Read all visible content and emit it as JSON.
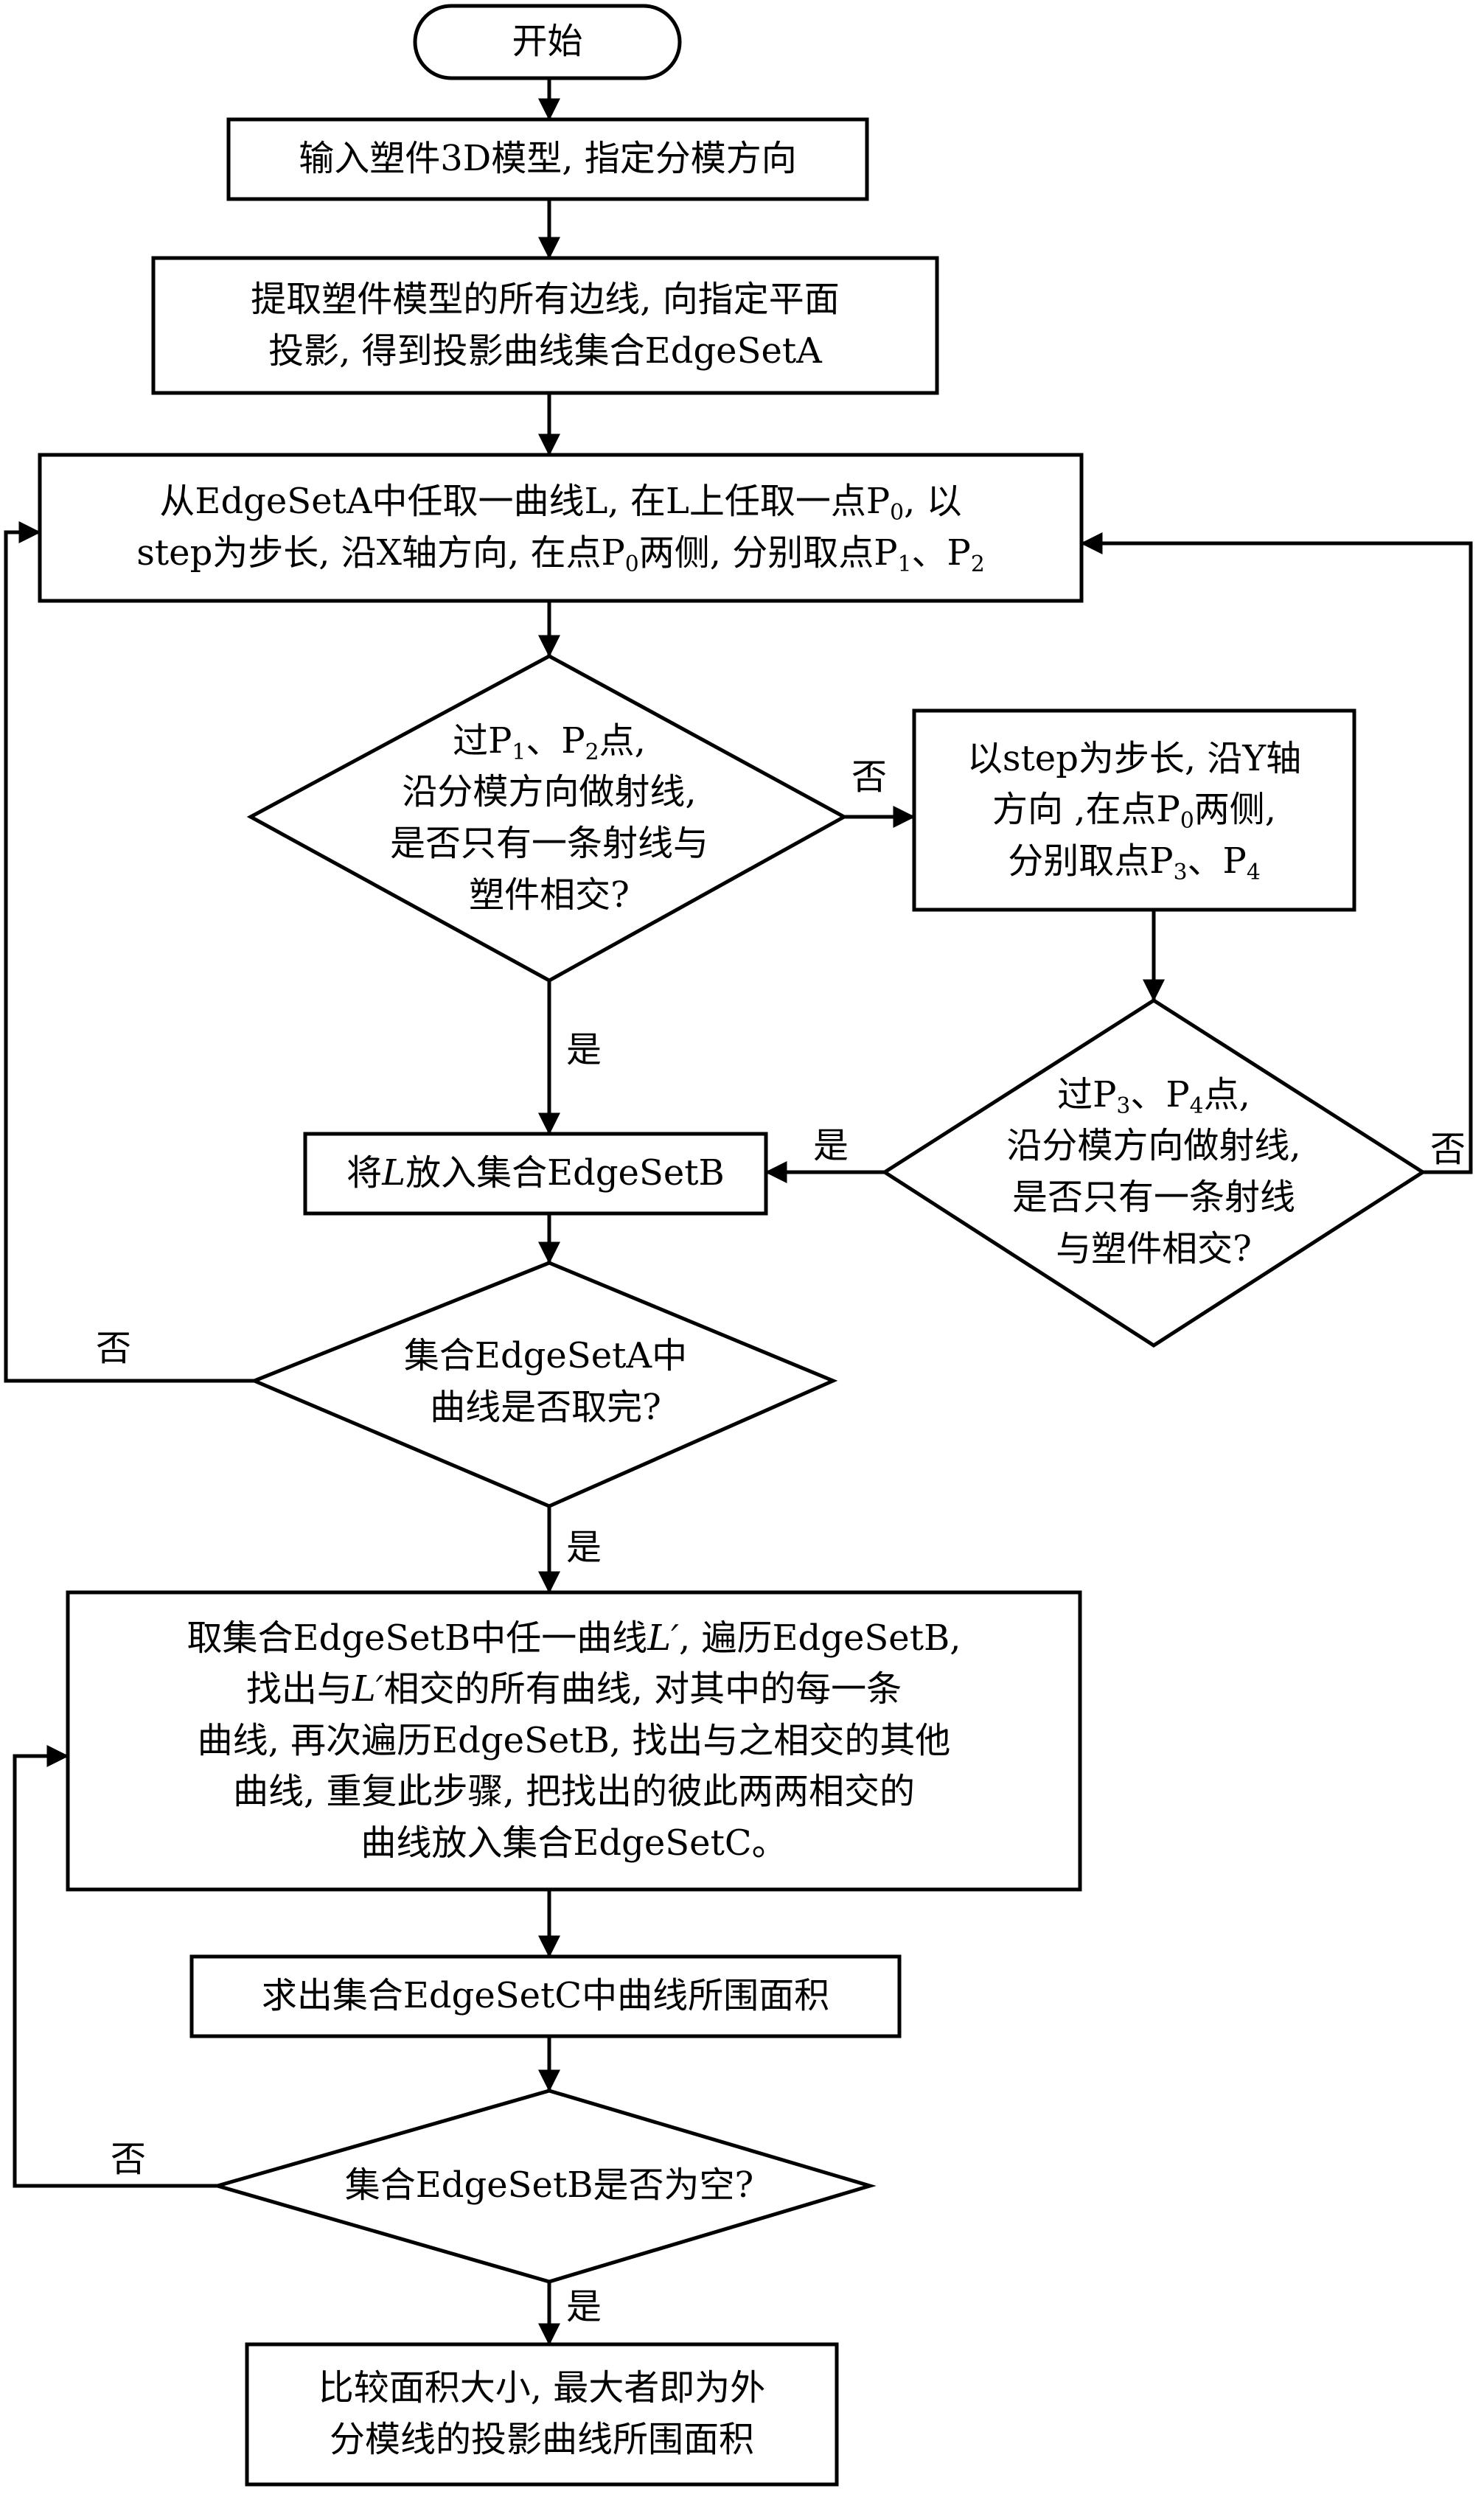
{
  "nodes": {
    "start": "开始",
    "input": "输入塑件3D模型, 指定分模方向",
    "extract": {
      "line1": "提取塑件模型的所有边线, 向指定平面",
      "line2": "投影, 得到投影曲线集合EdgeSetA"
    },
    "pickX": {
      "l1_a": "从EdgeSetA中任取一曲线L, 在L上任取一点P",
      "l1_sub": "0",
      "l1_b": ", 以",
      "l2_a": "step为步长, 沿X轴方向, 在点P",
      "l2_sub0": "0",
      "l2_b": "两侧, 分别取点P",
      "l2_sub1": "1",
      "l2_c": "、P",
      "l2_sub2": "2"
    },
    "decX": {
      "l1_a": "过P",
      "l1_sub1": "1",
      "l1_b": "、P",
      "l1_sub2": "2",
      "l1_c": "点,",
      "l2": "沿分模方向做射线,",
      "l3": "是否只有一条射线与",
      "l4": "塑件相交?"
    },
    "pickY": {
      "l1": "以step为步长, 沿Y轴",
      "l2_a": "方向 ,在点P",
      "l2_sub": "0",
      "l2_b": "两侧,",
      "l3_a": "分别取点P",
      "l3_sub3": "3",
      "l3_b": "、P",
      "l3_sub4": "4"
    },
    "decY": {
      "l1_a": "过P",
      "l1_sub3": "3",
      "l1_b": "、P",
      "l1_sub4": "4",
      "l1_c": "点,",
      "l2": "沿分模方向做射线,",
      "l3": "是否只有一条射线",
      "l4": "与塑件相交?"
    },
    "putB": {
      "a": "将",
      "L": "L",
      "b": "放入集合EdgeSetB"
    },
    "decDone": {
      "l1": "集合EdgeSetA中",
      "l2": "曲线是否取完?"
    },
    "traverse": {
      "l1_a": "取集合EdgeSetB中任一曲线",
      "l1_L": "L′",
      "l1_b": ", 遍历EdgeSetB,",
      "l2_a": "找出与",
      "l2_L": "L′",
      "l2_b": "相交的所有曲线, 对其中的每一条",
      "l3": "曲线, 再次遍历EdgeSetB, 找出与之相交的其他",
      "l4": "曲线, 重复此步骤, 把找出的彼此两两相交的",
      "l5": "曲线放入集合EdgeSetC。"
    },
    "area": "求出集合EdgeSetC中曲线所围面积",
    "decEmpty": "集合EdgeSetB是否为空?",
    "compare": {
      "l1": "比较面积大小, 最大者即为外",
      "l2": "分模线的投影曲线所围面积"
    }
  },
  "labels": {
    "no_x": "否",
    "yes_x": "是",
    "no_y": "否",
    "yes_y": "是",
    "no_done": "否",
    "yes_done": "是",
    "no_empty": "否",
    "yes_empty": "是"
  }
}
